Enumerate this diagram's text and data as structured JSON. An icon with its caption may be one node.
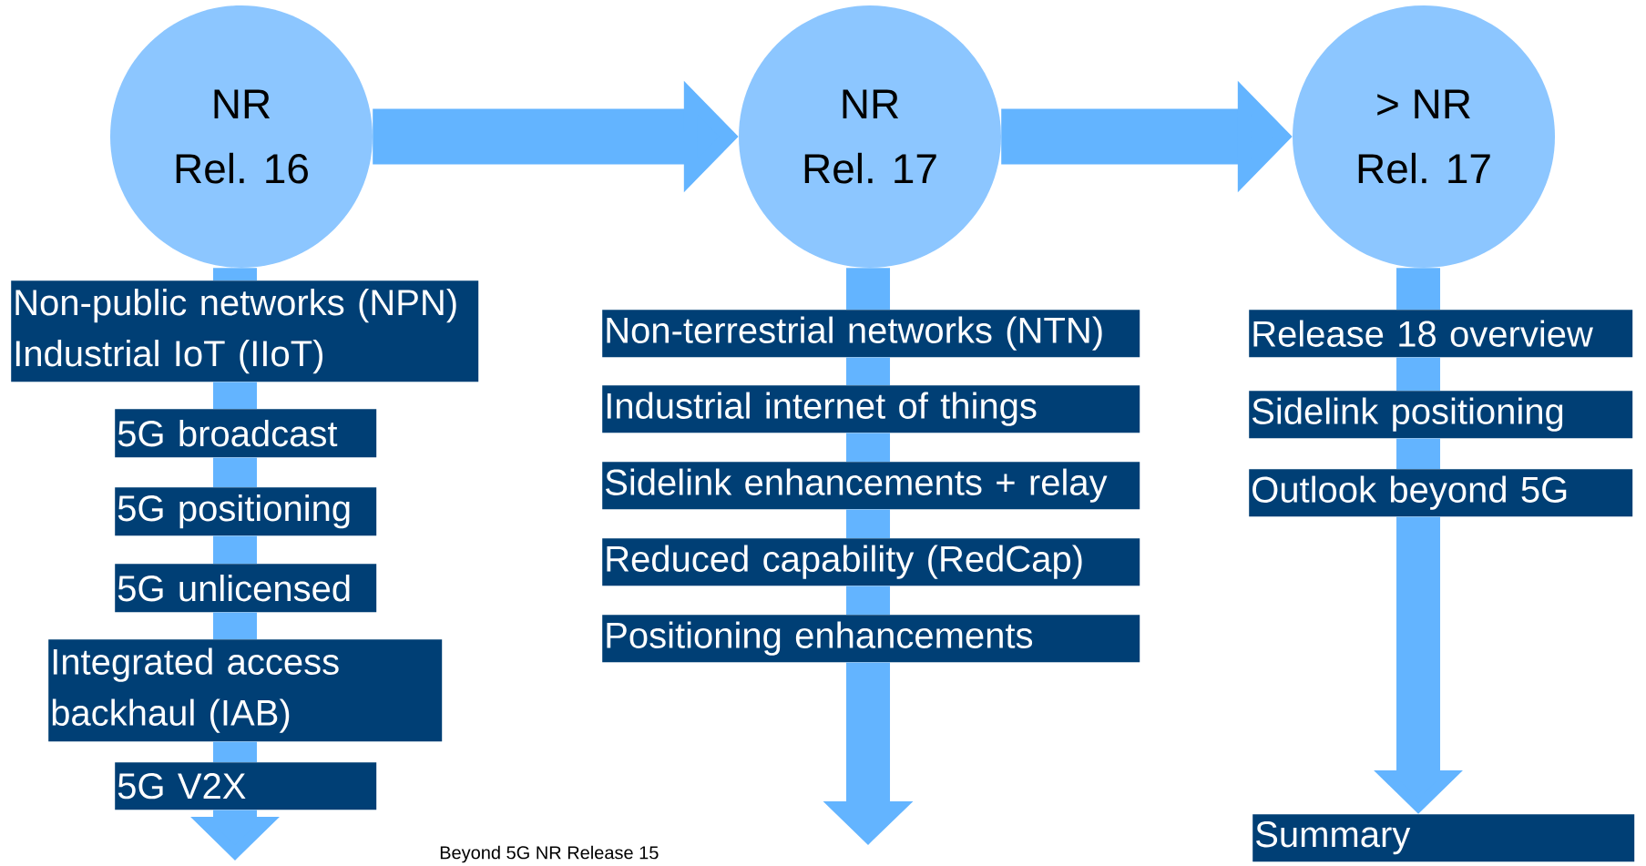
{
  "diagram": {
    "nodes": [
      {
        "text": [
          "NR",
          "Rel. 16"
        ]
      },
      {
        "text": [
          "Non-public networks (NPN)",
          "Industrial IoT (IIoT)"
        ]
      },
      {
        "text": [
          "5G broadcast"
        ]
      },
      {
        "text": [
          "5G positioning"
        ]
      },
      {
        "text": [
          "5G unlicensed"
        ]
      },
      {
        "text": [
          "Integrated access backhaul (IAB)"
        ]
      },
      {
        "text": [
          "5G V2X"
        ]
      },
      {
        "text": [
          "NR",
          "Rel. 17"
        ]
      },
      {
        "text": [
          "Non-terrestrial networks (NTN)"
        ]
      },
      {
        "text": [
          "Industrial internet of things"
        ]
      },
      {
        "text": [
          "Sidelink enhancements + relay"
        ]
      },
      {
        "text": [
          "Reduced capability (RedCap)"
        ]
      },
      {
        "text": [
          "Positioning enhancements"
        ]
      },
      {
        "text": [
          "> NR",
          "Rel. 17"
        ]
      },
      {
        "text": [
          "Release 18 overview"
        ]
      },
      {
        "text": [
          "Sidelink positioning"
        ]
      },
      {
        "text": [
          "Outlook beyond 5G"
        ]
      },
      {
        "text": [
          "Summary"
        ]
      }
    ],
    "edges": [
      {
        "from": 0,
        "to": 7,
        "arrow": "to"
      },
      {
        "from": 7,
        "to": 13,
        "arrow": "to"
      },
      {
        "from": 0,
        "to": 1,
        "arrow": "none"
      },
      {
        "from": 1,
        "to": 2,
        "arrow": "none"
      },
      {
        "from": 2,
        "to": 3,
        "arrow": "none"
      },
      {
        "from": 3,
        "to": 4,
        "arrow": "none"
      },
      {
        "from": 4,
        "to": 5,
        "arrow": "none"
      },
      {
        "from": 5,
        "to": 6,
        "arrow": "none"
      },
      {
        "from": 6,
        "to": null,
        "arrow": "to"
      },
      {
        "from": 7,
        "to": 8,
        "arrow": "none"
      },
      {
        "from": 8,
        "to": 9,
        "arrow": "none"
      },
      {
        "from": 9,
        "to": 10,
        "arrow": "none"
      },
      {
        "from": 10,
        "to": 11,
        "arrow": "none"
      },
      {
        "from": 11,
        "to": 12,
        "arrow": "none"
      },
      {
        "from": 12,
        "to": null,
        "arrow": "to"
      },
      {
        "from": 13,
        "to": 14,
        "arrow": "none"
      },
      {
        "from": 14,
        "to": 15,
        "arrow": "none"
      },
      {
        "from": 15,
        "to": 16,
        "arrow": "none"
      },
      {
        "from": 16,
        "to": 17,
        "arrow": "to"
      }
    ],
    "labels": [
      "Beyond 5G NR Release 15"
    ]
  }
}
